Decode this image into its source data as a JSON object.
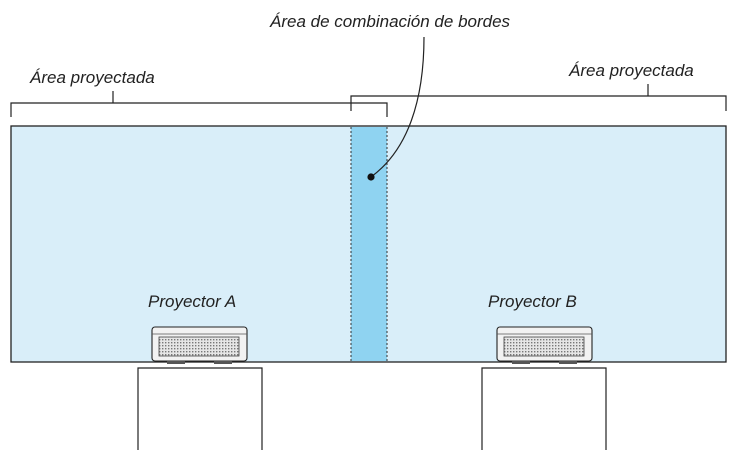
{
  "labels": {
    "blend_area": "Área de combinación de bordes",
    "projected_area_left": "Área proyectada",
    "projected_area_right": "Área proyectada",
    "projector_a": "Proyector A",
    "projector_b": "Proyector B"
  },
  "colors": {
    "screen_fill": "#d9eef9",
    "blend_fill": "#8fd3f1",
    "outline": "#222222",
    "projector_body": "#f2f2f2"
  }
}
